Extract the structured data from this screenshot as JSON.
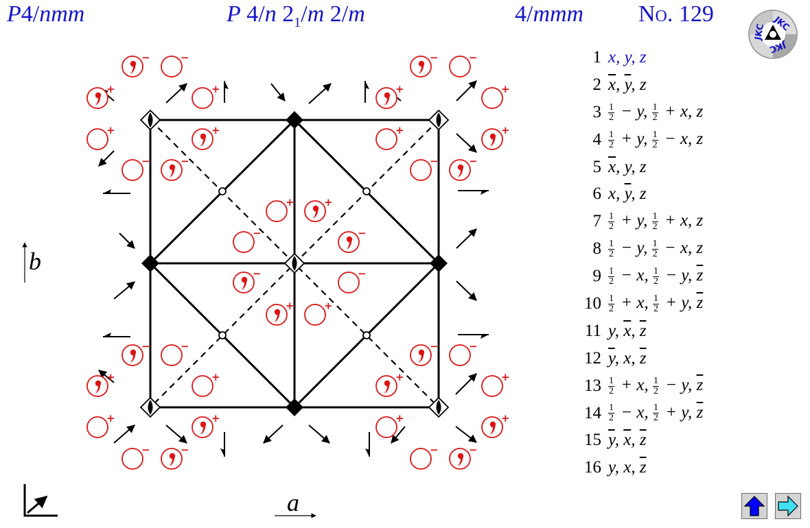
{
  "header": {
    "short_symbol_P": "P",
    "short_symbol_rest": "4/",
    "short_symbol_rest2": "nmm",
    "full_symbol_part1": "P",
    "full_symbol_part2": " 4/",
    "full_symbol_part3": "n",
    "full_symbol_part4": " 2",
    "full_symbol_sub": "1",
    "full_symbol_part5": "/",
    "full_symbol_part6": "m",
    "full_symbol_part7": " 2/",
    "full_symbol_part8": "m",
    "point_group_1": "4/",
    "point_group_2": "mmm",
    "number_prefix": "No.",
    "number": "129"
  },
  "logo": {
    "text": "JKC"
  },
  "axes": {
    "a_label": "a",
    "b_label": "b"
  },
  "colors": {
    "header_blue": "#1414c8",
    "red": "#dc1414",
    "black": "#000000",
    "button_blue": "#0000ff",
    "button_cyan": "#40e0f0"
  },
  "symmetry_ops": [
    {
      "n": "1"
    },
    {
      "n": "2"
    },
    {
      "n": "3"
    },
    {
      "n": "4"
    },
    {
      "n": "5"
    },
    {
      "n": "6"
    },
    {
      "n": "7"
    },
    {
      "n": "8"
    },
    {
      "n": "9"
    },
    {
      "n": "10"
    },
    {
      "n": "11"
    },
    {
      "n": "12"
    },
    {
      "n": "13"
    },
    {
      "n": "14"
    },
    {
      "n": "15"
    },
    {
      "n": "16"
    }
  ],
  "op_tokens": {
    "x": "x",
    "y": "y",
    "z": "z",
    "comma": ", ",
    "plus": " + ",
    "minus": " − ",
    "half_num": "1",
    "half_den": "2"
  },
  "circle_signs": {
    "plus": "+",
    "minus": "−"
  },
  "nav": {
    "up_icon": "up-arrow-icon",
    "next_icon": "right-arrow-icon"
  }
}
